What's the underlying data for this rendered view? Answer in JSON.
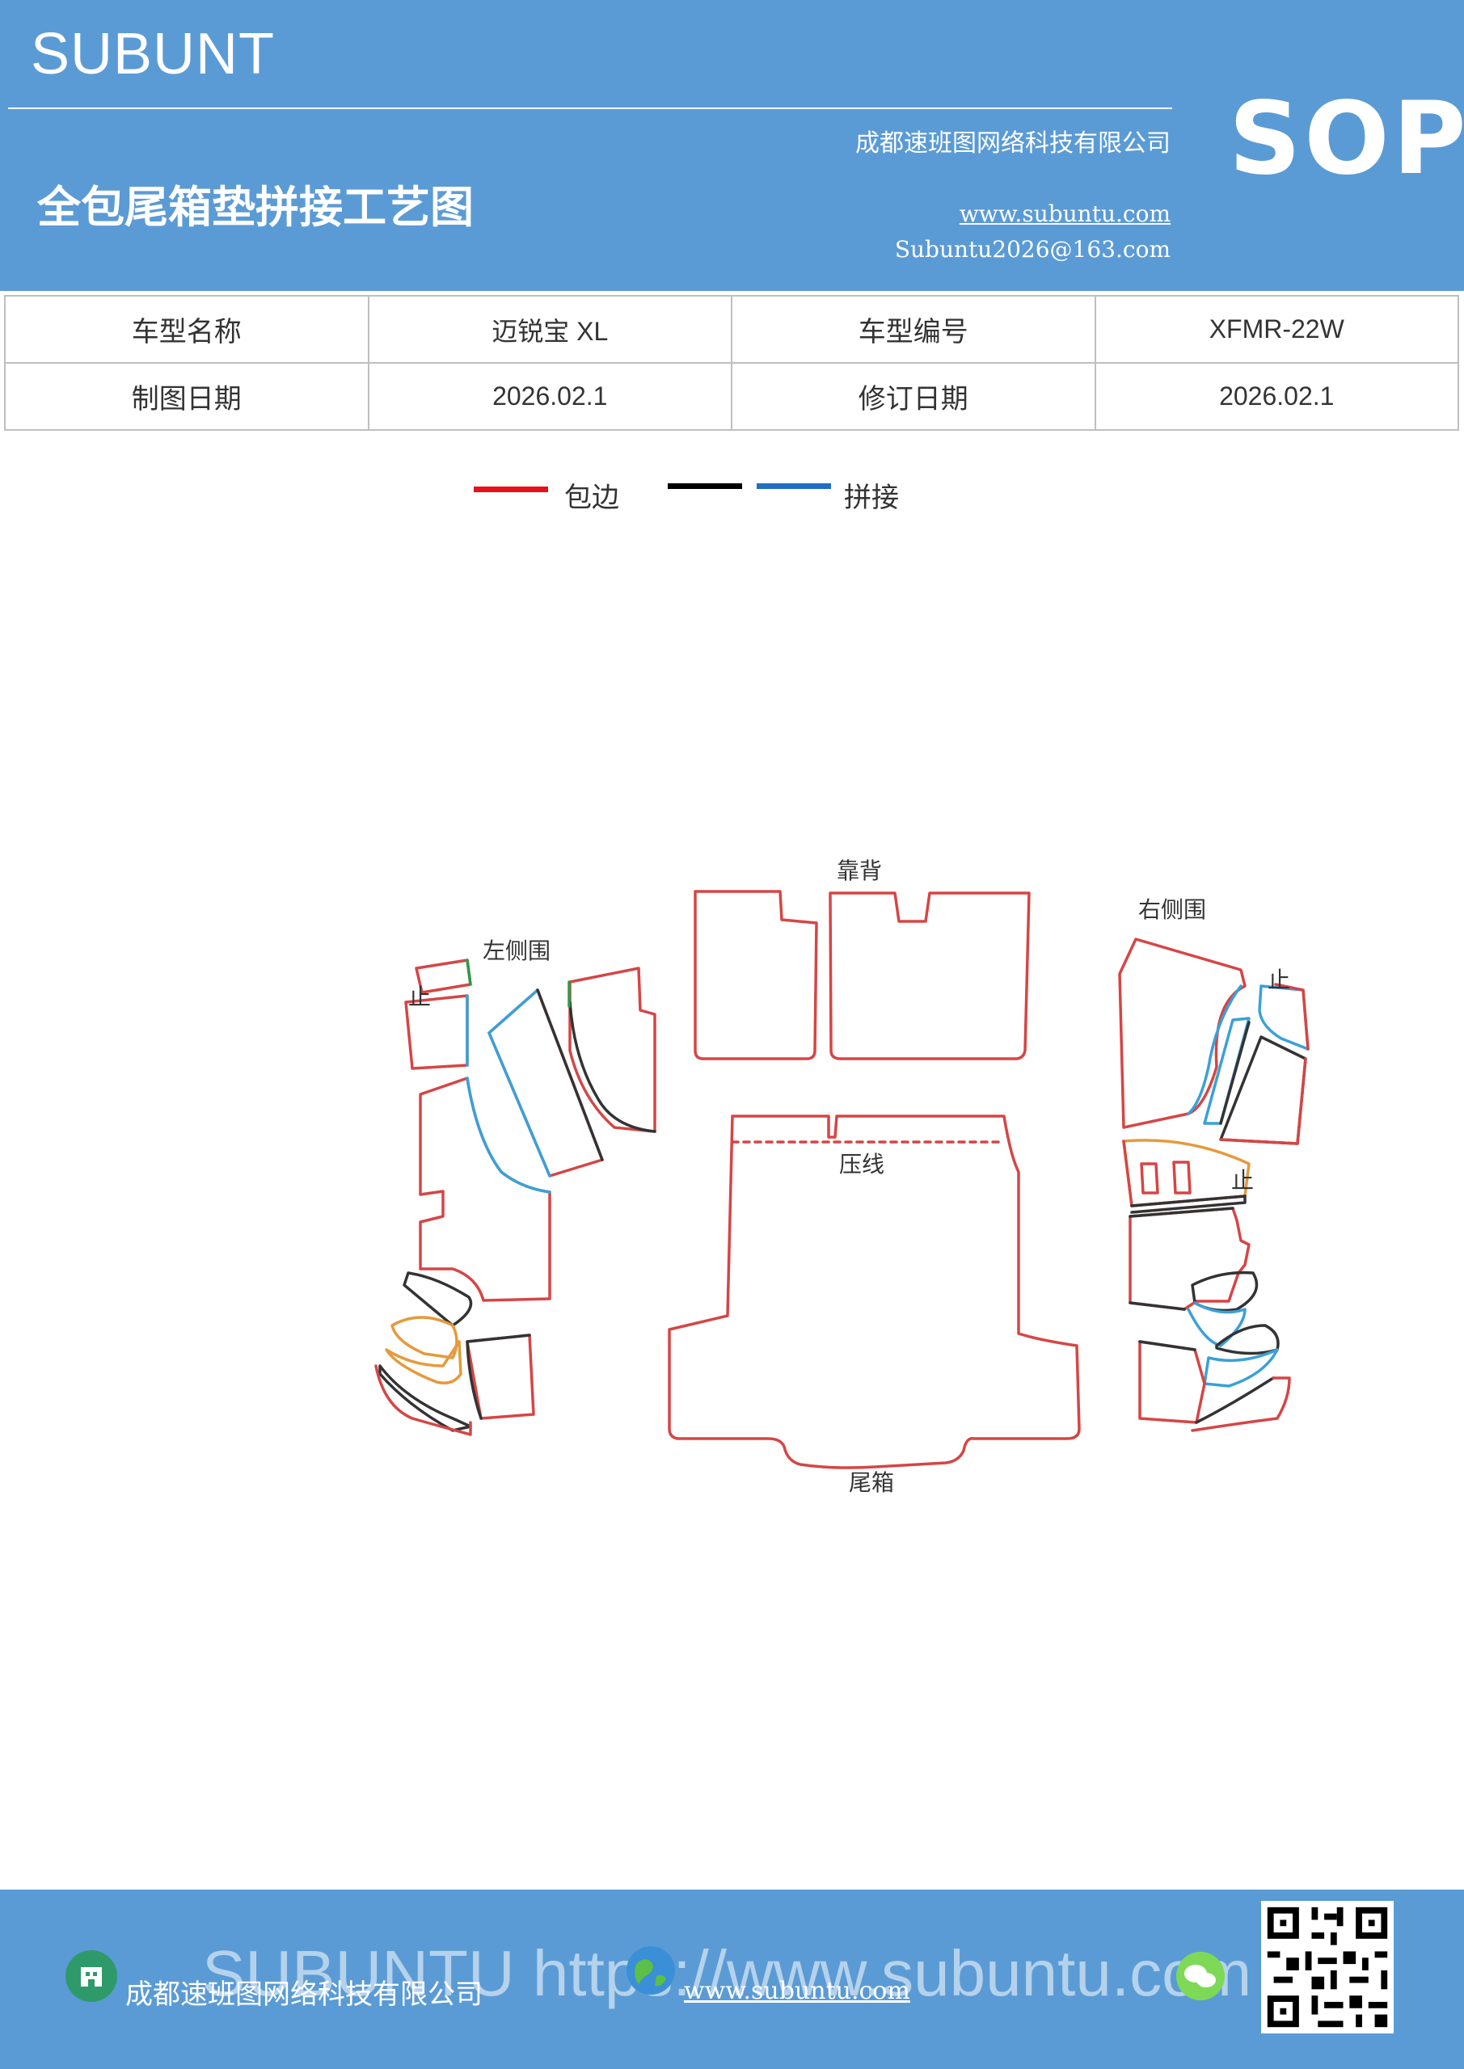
{
  "header": {
    "brand": "SUBUNT",
    "badge": "SOP",
    "company": "成都速班图网络科技有限公司",
    "title": "全包尾箱垫拼接工艺图",
    "website": "www.subuntu.com",
    "email": "Subuntu2026@163.com"
  },
  "info_table": {
    "model_name_label": "车型名称",
    "model_name_value": "迈锐宝 XL",
    "model_code_label": "车型编号",
    "model_code_value": "XFMR-22W",
    "draw_date_label": "制图日期",
    "draw_date_value": "2026.02.1",
    "revise_date_label": "修订日期",
    "revise_date_value": "2026.02.1"
  },
  "legend": {
    "edge_label": "包边",
    "splice_label": "拼接",
    "colors": {
      "edge": "#e8101a",
      "black": "#000000",
      "splice": "#1f6fc0"
    }
  },
  "diagram": {
    "backrest": "靠背",
    "left_side": "左侧围",
    "right_side": "右侧围",
    "crease": "压线",
    "trunk": "尾箱",
    "stop": "止"
  },
  "footer": {
    "company": "成都速班图网络科技有限公司",
    "website": "www.subuntu.com",
    "watermark": "SUBUNTU https://www.subuntu.com"
  },
  "colors": {
    "header_bg": "#5b9bd5",
    "outline_red": "#d64545",
    "outline_blue": "#3aa0d8",
    "outline_orange": "#e59a3c",
    "outline_black": "#333333",
    "outline_green": "#2e9a4a"
  }
}
